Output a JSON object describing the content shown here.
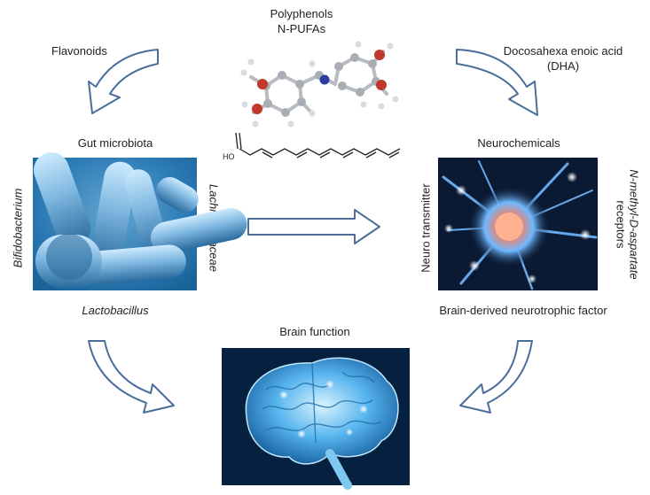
{
  "labels": {
    "top_line1": "Polyphenols",
    "top_line2": "N-PUFAs",
    "flavonoids": "Flavonoids",
    "dha_line1": "Docosahexa enoic acid",
    "dha_line2": "(DHA)",
    "gut_microbiota": "Gut microbiota",
    "neurochemicals": "Neurochemicals",
    "bifidobacterium": "Bifidobacterium",
    "lachnospiraceae": "Lachnospiraceae",
    "lactobacillus": "Lactobacillus",
    "neuro_transmitter": "Neuro transmitter",
    "nmda_line1": "N-methyl-D-aspartate",
    "nmda_line2": "receptors",
    "bdnf": "Brain-derived neurotrophic factor",
    "brain_function": "Brain function",
    "ho_label": "HO"
  },
  "colors": {
    "arrow_stroke": "#4a6d9b",
    "arrow_fill": "#ffffff",
    "bacteria_bg": "#1f6fa8",
    "neuron_bg": "#0b1a33",
    "brain_bg": "#06213f",
    "molecule_red": "#c0392b",
    "molecule_blue": "#2c3e9e",
    "molecule_gray": "#9aa0a6"
  }
}
